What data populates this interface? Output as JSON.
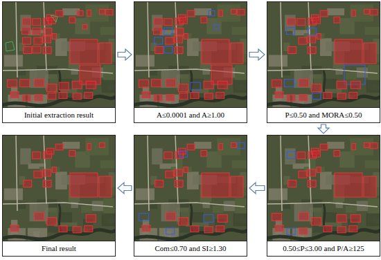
{
  "diagram": {
    "nodes": [
      {
        "text": [
          "Initial extraction result"
        ]
      },
      {
        "text": [
          "A≤0.0001 and A≥1.00"
        ]
      },
      {
        "text": [
          "P≤0.50 and MORA≤0.50"
        ]
      },
      {
        "text": [
          "Final result"
        ]
      },
      {
        "text": [
          "Com≤0.70 and SI≥1.30"
        ]
      },
      {
        "text": [
          "0.50≤P≤3.00 and P/A≥125"
        ]
      }
    ],
    "edges": [
      {
        "from": 0,
        "to": 1,
        "arrow": "to"
      },
      {
        "from": 1,
        "to": 2,
        "arrow": "to"
      },
      {
        "from": 2,
        "to": 5,
        "arrow": "to"
      },
      {
        "from": 5,
        "to": 4,
        "arrow": "to"
      },
      {
        "from": 4,
        "to": 3,
        "arrow": "to"
      }
    ]
  }
}
